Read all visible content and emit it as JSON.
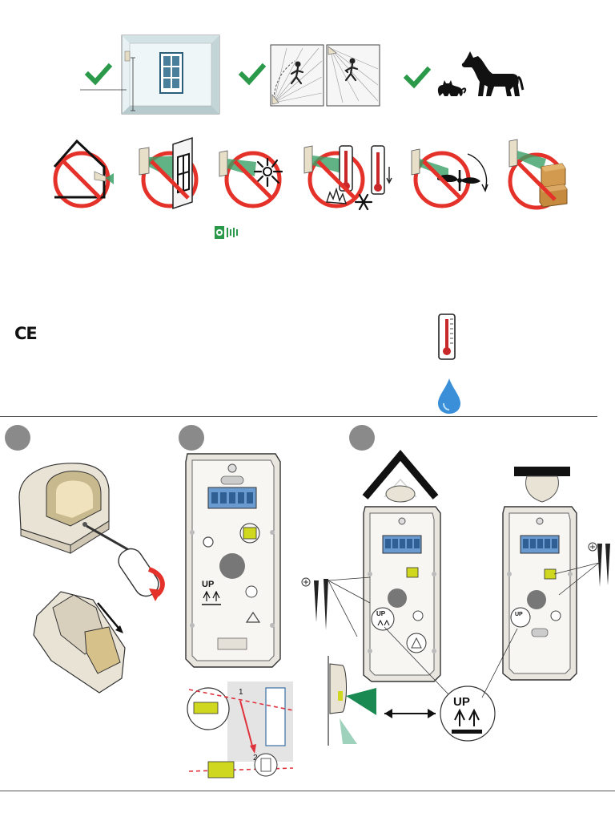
{
  "colors": {
    "check": "#2a9a4a",
    "prohibit": "#e4322b",
    "ir_beam": "#3aa067",
    "step_dot": "#8a8a8a",
    "water": "#3a8fd8",
    "cut_line": "#e0323c",
    "terminal": "#cfd81f",
    "thermo_red": "#c8282a",
    "device_body": "#e9e3d6"
  },
  "icons": {
    "allowed": [
      "check-icon",
      "wall-mount-height-icon",
      "detection-zone-icon",
      "pet-immunity-icon"
    ],
    "not_allowed": [
      "no-outdoor-icon",
      "no-window-icon",
      "no-sunlight-icon",
      "no-heat-source-icon",
      "no-fan-icon",
      "no-obstruction-icon"
    ]
  },
  "labels": {
    "ce_mark": "CE",
    "up_arrow": "UP",
    "callout_1": "1",
    "callout_2": "2"
  },
  "steps": [
    "step-1",
    "step-2",
    "step-3"
  ]
}
